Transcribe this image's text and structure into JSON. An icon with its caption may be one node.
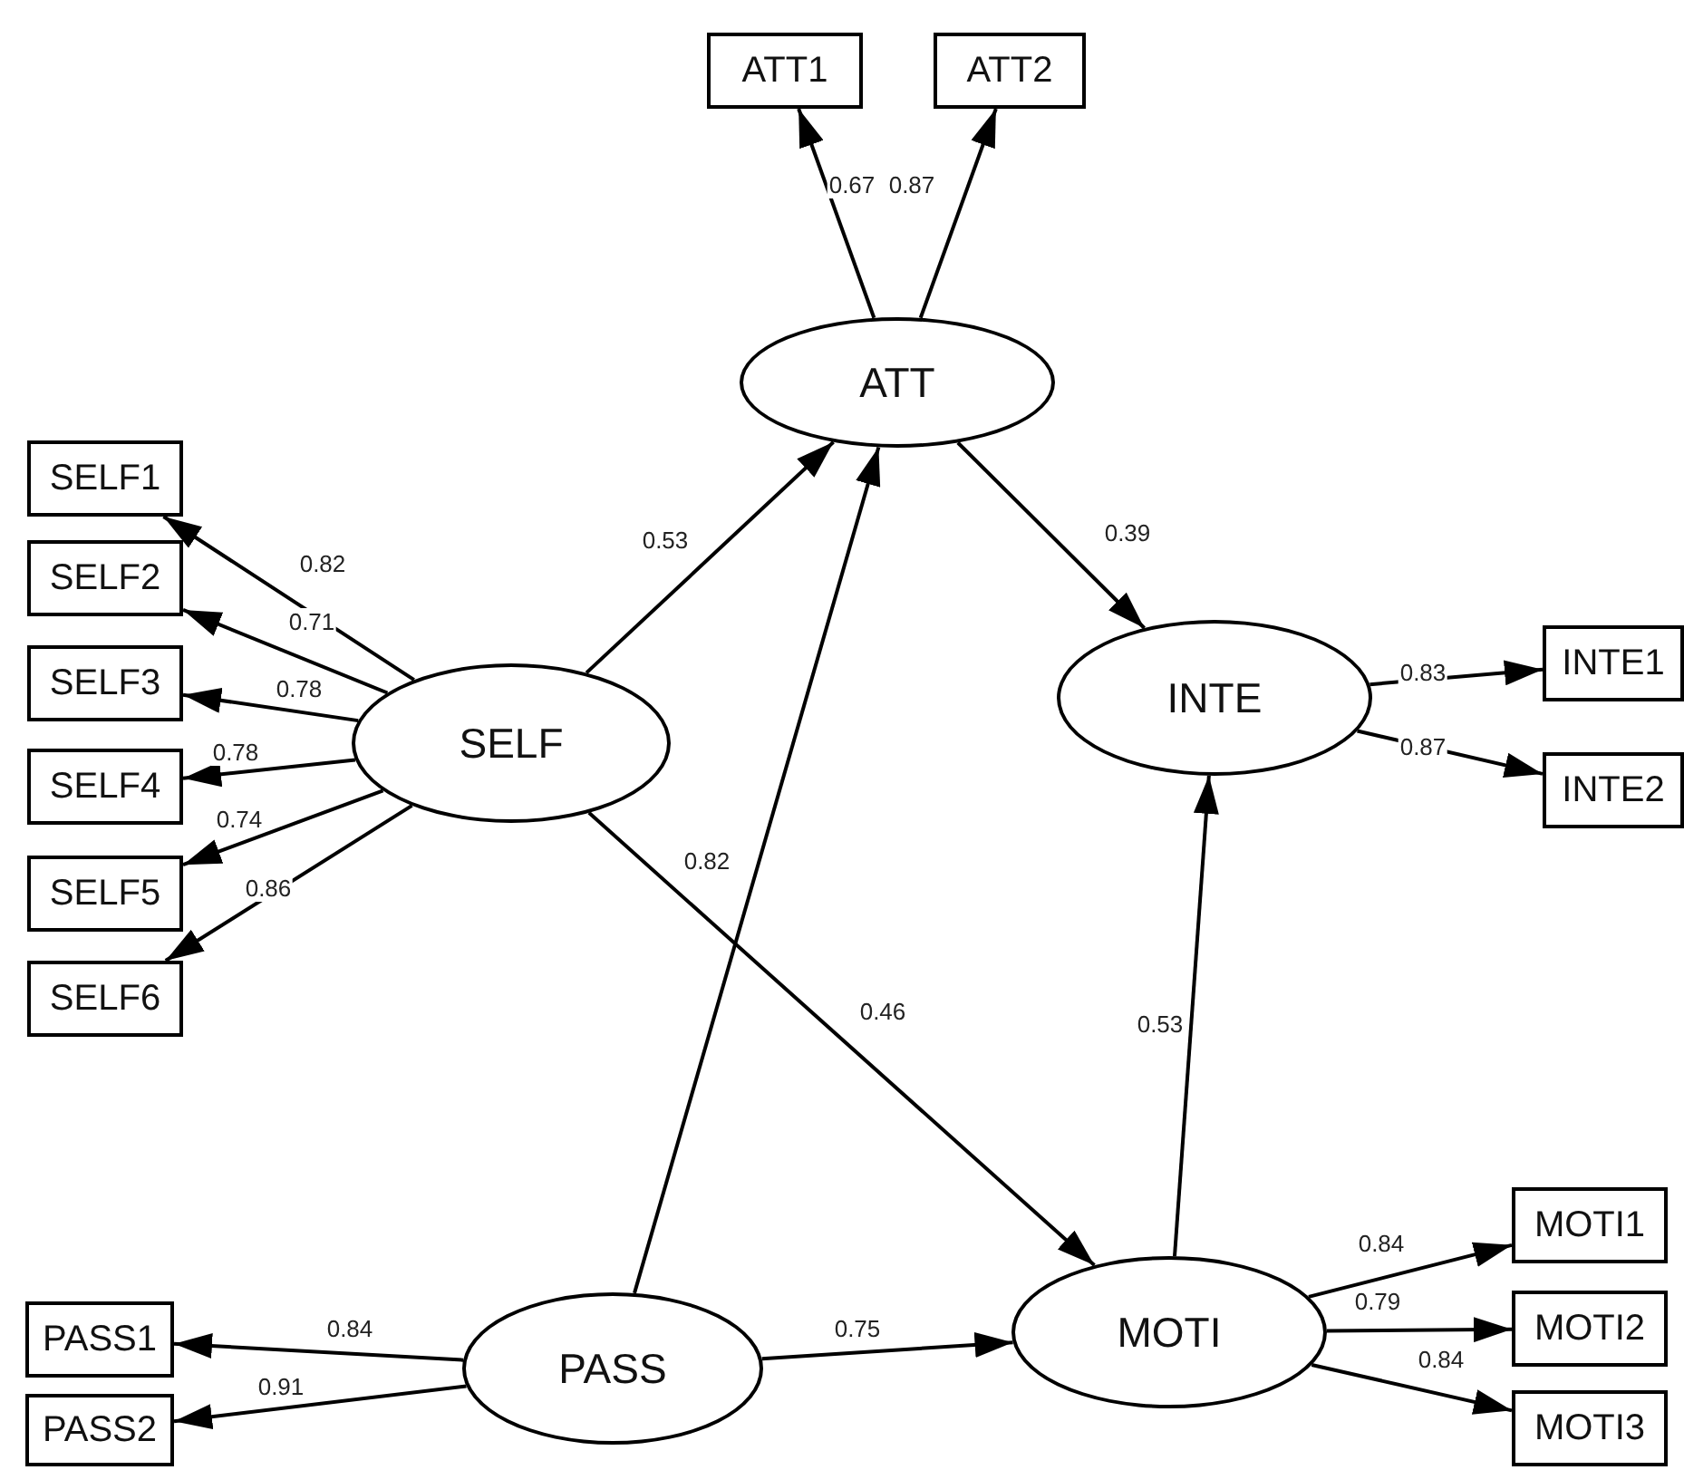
{
  "diagram": {
    "nodes": [
      {
        "text": [
          "ATT1"
        ]
      },
      {
        "text": [
          "ATT2"
        ]
      },
      {
        "text": [
          "ATT"
        ]
      },
      {
        "text": [
          "SELF1"
        ]
      },
      {
        "text": [
          "SELF2"
        ]
      },
      {
        "text": [
          "SELF3"
        ]
      },
      {
        "text": [
          "SELF4"
        ]
      },
      {
        "text": [
          "SELF5"
        ]
      },
      {
        "text": [
          "SELF6"
        ]
      },
      {
        "text": [
          "SELF"
        ]
      },
      {
        "text": [
          "INTE"
        ]
      },
      {
        "text": [
          "INTE1"
        ]
      },
      {
        "text": [
          "INTE2"
        ]
      },
      {
        "text": [
          "MOTI1"
        ]
      },
      {
        "text": [
          "MOTI2"
        ]
      },
      {
        "text": [
          "PASS1"
        ]
      },
      {
        "text": [
          "PASS"
        ]
      },
      {
        "text": [
          "MOTI"
        ]
      },
      {
        "text": [
          "MOTI3"
        ]
      },
      {
        "text": [
          "PASS2"
        ]
      }
    ],
    "edges": [
      {
        "from": 2,
        "to": 0,
        "arrow": "to",
        "label": "0.67"
      },
      {
        "from": 2,
        "to": 1,
        "arrow": "to",
        "label": "0.87"
      },
      {
        "from": 9,
        "to": 2,
        "arrow": "to",
        "label": "0.53"
      },
      {
        "from": 16,
        "to": 2,
        "arrow": "to",
        "label": "0.82"
      },
      {
        "from": 2,
        "to": 10,
        "arrow": "to",
        "label": "0.39"
      },
      {
        "from": 9,
        "to": 3,
        "arrow": "to",
        "label": "0.82"
      },
      {
        "from": 9,
        "to": 4,
        "arrow": "to",
        "label": "0.71"
      },
      {
        "from": 9,
        "to": 5,
        "arrow": "to",
        "label": "0.78"
      },
      {
        "from": 9,
        "to": 6,
        "arrow": "to",
        "label": "0.78"
      },
      {
        "from": 9,
        "to": 7,
        "arrow": "to",
        "label": "0.74"
      },
      {
        "from": 9,
        "to": 8,
        "arrow": "to",
        "label": "0.86"
      },
      {
        "from": 10,
        "to": 11,
        "arrow": "to",
        "label": "0.83"
      },
      {
        "from": 10,
        "to": 12,
        "arrow": "to",
        "label": "0.87"
      },
      {
        "from": 9,
        "to": 17,
        "arrow": "to",
        "label": "0.46"
      },
      {
        "from": 17,
        "to": 10,
        "arrow": "to",
        "label": "0.53"
      },
      {
        "from": 17,
        "to": 13,
        "arrow": "to",
        "label": "0.84"
      },
      {
        "from": 17,
        "to": 14,
        "arrow": "to",
        "label": "0.79"
      },
      {
        "from": 17,
        "to": 18,
        "arrow": "to",
        "label": "0.84"
      },
      {
        "from": 16,
        "to": 15,
        "arrow": "to",
        "label": "0.84"
      },
      {
        "from": 16,
        "to": 19,
        "arrow": "to",
        "label": "0.91"
      },
      {
        "from": 16,
        "to": 17,
        "arrow": "to",
        "label": "0.75"
      }
    ]
  }
}
